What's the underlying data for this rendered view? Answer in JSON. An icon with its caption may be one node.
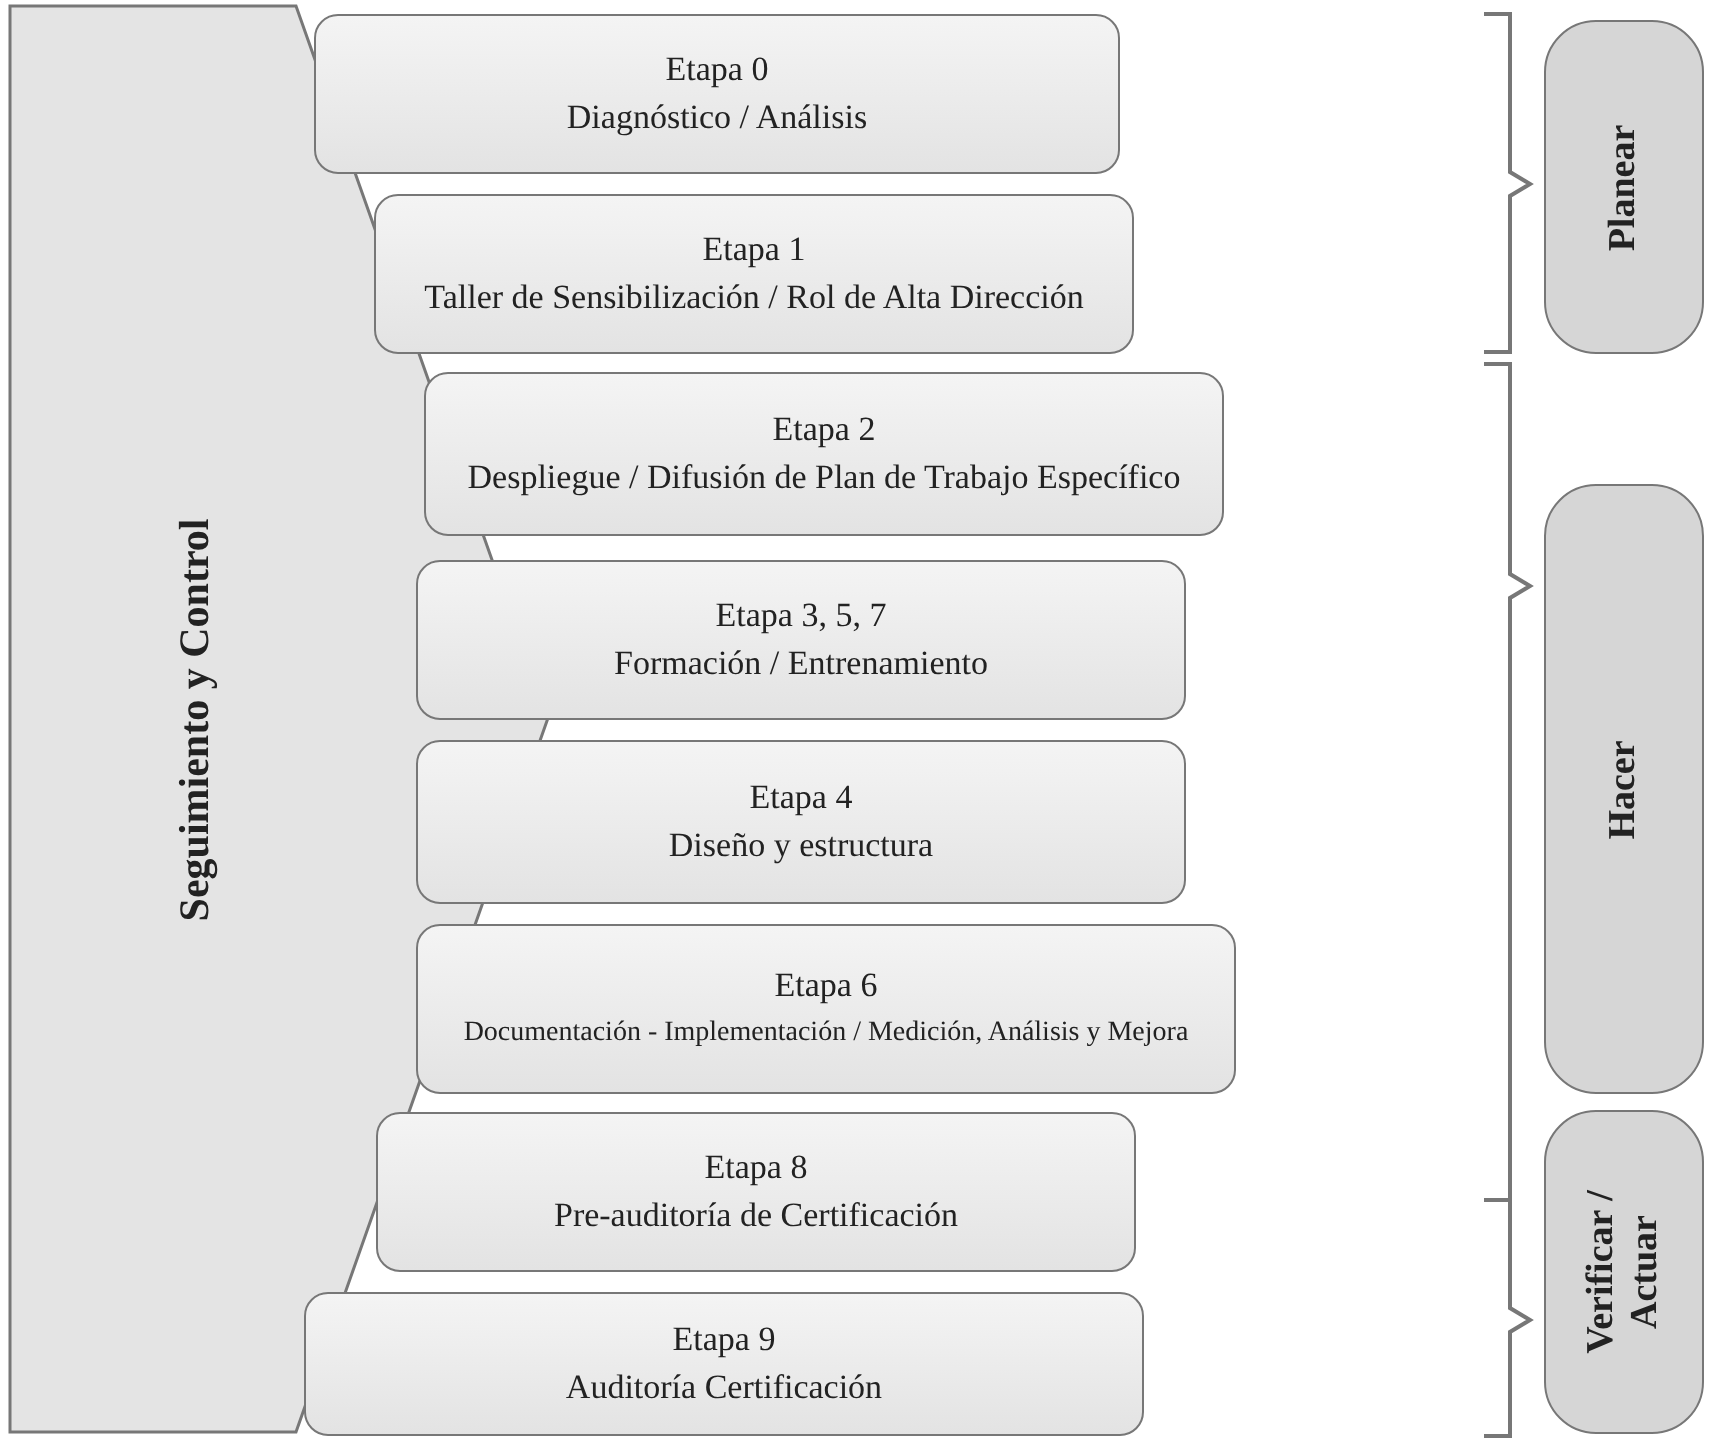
{
  "diagram": {
    "nodes": [
      {
        "text": [
          "Seguimiento y Control"
        ]
      },
      {
        "text": [
          "Etapa 0",
          "Diagnóstico / Análisis"
        ]
      },
      {
        "text": [
          "Etapa 1",
          "Taller de Sensibilización / Rol de Alta Dirección"
        ]
      },
      {
        "text": [
          "Etapa 2",
          "Despliegue / Difusión de Plan de Trabajo Específico"
        ]
      },
      {
        "text": [
          "Etapa 3, 5, 7",
          "Formación / Entrenamiento"
        ]
      },
      {
        "text": [
          "Etapa 4",
          "Diseño y estructura"
        ]
      },
      {
        "text": [
          "Etapa 6",
          "Documentación - Implementación / Medición, Análisis y Mejora"
        ]
      },
      {
        "text": [
          "Etapa 8",
          "Pre-auditoría de Certificación"
        ]
      },
      {
        "text": [
          "Etapa 9",
          "Auditoría Certificación"
        ]
      },
      {
        "text": [
          "Planear"
        ]
      },
      {
        "text": [
          "Hacer"
        ]
      },
      {
        "text": [
          "Verificar / Actuar"
        ]
      }
    ],
    "edges": []
  }
}
